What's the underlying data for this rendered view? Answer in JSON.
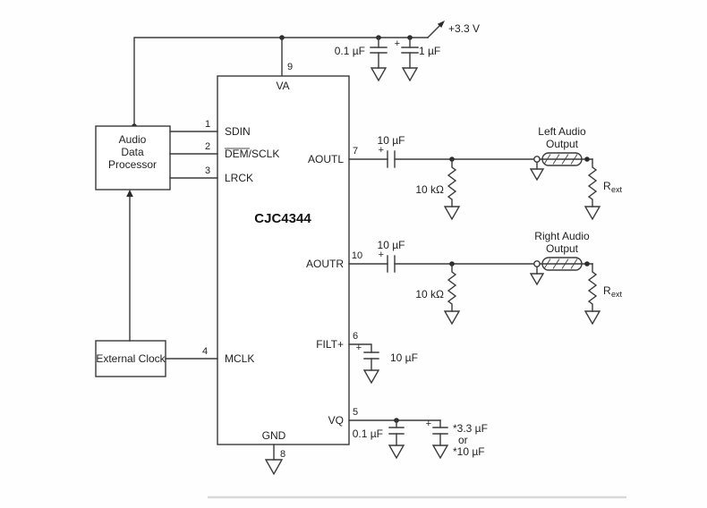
{
  "symbols": {
    "plus": "+"
  },
  "power": {
    "label": "+3.3 V",
    "cap_small": "0.1 µF",
    "cap_large": "1 µF"
  },
  "ic": {
    "name": "CJC4344",
    "pins": {
      "va": {
        "num": "9",
        "label": "VA"
      },
      "sdin": {
        "num": "1",
        "label": "SDIN"
      },
      "demsclk": {
        "num": "2",
        "label": "DEM/SCLK"
      },
      "lrck": {
        "num": "3",
        "label": "LRCK"
      },
      "mclk": {
        "num": "4",
        "label": "MCLK"
      },
      "aoutl": {
        "num": "7",
        "label": "AOUTL"
      },
      "aoutr": {
        "num": "10",
        "label": "AOUTR"
      },
      "filt": {
        "num": "6",
        "label": "FILT+"
      },
      "vq": {
        "num": "5",
        "label": "VQ"
      },
      "gnd": {
        "num": "8",
        "label": "GND"
      }
    }
  },
  "blocks": {
    "audio_processor": {
      "line1": "Audio",
      "line2": "Data",
      "line3": "Processor"
    },
    "external_clock": {
      "label": "External Clock"
    }
  },
  "left_out": {
    "cap": "10 µF",
    "resistor": "10 kΩ",
    "title1": "Left Audio",
    "title2": "Output",
    "rext_base": "R",
    "rext_sub": "ext"
  },
  "right_out": {
    "cap": "10 µF",
    "resistor": "10 kΩ",
    "title1": "Right Audio",
    "title2": "Output",
    "rext_base": "R",
    "rext_sub": "ext"
  },
  "filt_cap": {
    "label": "10 µF"
  },
  "vq_caps": {
    "cap1": "0.1 µF",
    "cap2_line1": "*3.3 µF",
    "cap2_line2": "or",
    "cap2_line3": "*10 µF"
  }
}
